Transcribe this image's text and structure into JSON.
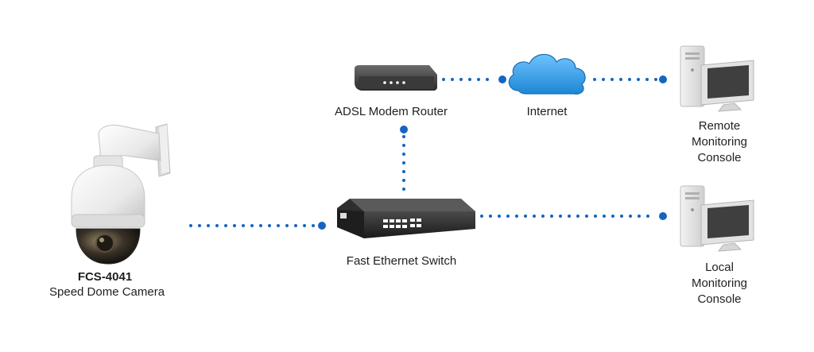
{
  "nodes": {
    "camera": {
      "icon": "speed-dome-camera-icon",
      "model": "FCS-4041",
      "label": "Speed Dome Camera"
    },
    "router": {
      "icon": "modem-router-icon",
      "label": "ADSL Modem Router"
    },
    "internet": {
      "icon": "cloud-icon",
      "label": "Internet",
      "color": "#1e88d6"
    },
    "switch": {
      "icon": "network-switch-icon",
      "label": "Fast Ethernet Switch"
    },
    "remote_console": {
      "icon": "desktop-computer-icon",
      "lines": [
        "Remote",
        "Monitoring",
        "Console"
      ]
    },
    "local_console": {
      "icon": "desktop-computer-icon",
      "lines": [
        "Local",
        "Monitoring",
        "Console"
      ]
    }
  },
  "connections": [
    {
      "from": "camera",
      "to": "switch"
    },
    {
      "from": "switch",
      "to": "router"
    },
    {
      "from": "router",
      "to": "internet"
    },
    {
      "from": "internet",
      "to": "remote_console"
    },
    {
      "from": "switch",
      "to": "local_console"
    }
  ],
  "link_color": "#1565c0"
}
